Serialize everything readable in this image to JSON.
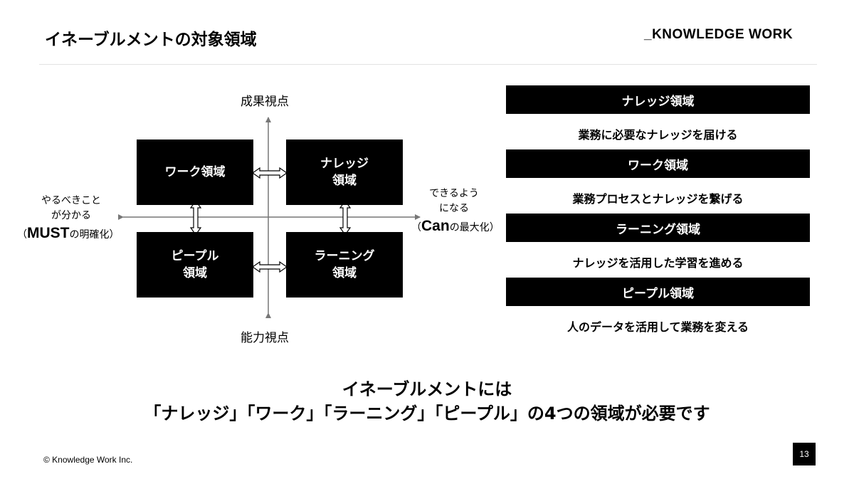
{
  "header": {
    "title": "イネーブルメントの対象領域",
    "brand": "_KNOWLEDGE WORK"
  },
  "diagram": {
    "axis_top": "成果視点",
    "axis_bottom": "能力視点",
    "left_line1": "やるべきこと",
    "left_line2": "が分かる",
    "left_bold": "MUST",
    "left_suffix": "の明確化",
    "right_line1": "できるよう",
    "right_line2": "になる",
    "right_bold": "Can",
    "right_suffix": "の最大化",
    "quadrants": {
      "work": [
        "ワーク領域"
      ],
      "knowledge": [
        "ナレッジ",
        "領域"
      ],
      "people": [
        "ピープル",
        "領域"
      ],
      "learning": [
        "ラーニング",
        "領域"
      ]
    }
  },
  "domains": [
    {
      "name": "ナレッジ領域",
      "desc": "業務に必要なナレッジを届ける"
    },
    {
      "name": "ワーク領域",
      "desc": "業務プロセスとナレッジを繋げる"
    },
    {
      "name": "ラーニング領域",
      "desc": "ナレッジを活用した学習を進める"
    },
    {
      "name": "ピープル領域",
      "desc": "人のデータを活用して業務を変える"
    }
  ],
  "message": {
    "line1": "イネーブルメントには",
    "line2": "「ナレッジ」「ワーク」「ラーニング」「ピープル」の4つの領域が必要です"
  },
  "footer": {
    "copyright": "© Knowledge Work Inc.",
    "page": "13"
  }
}
